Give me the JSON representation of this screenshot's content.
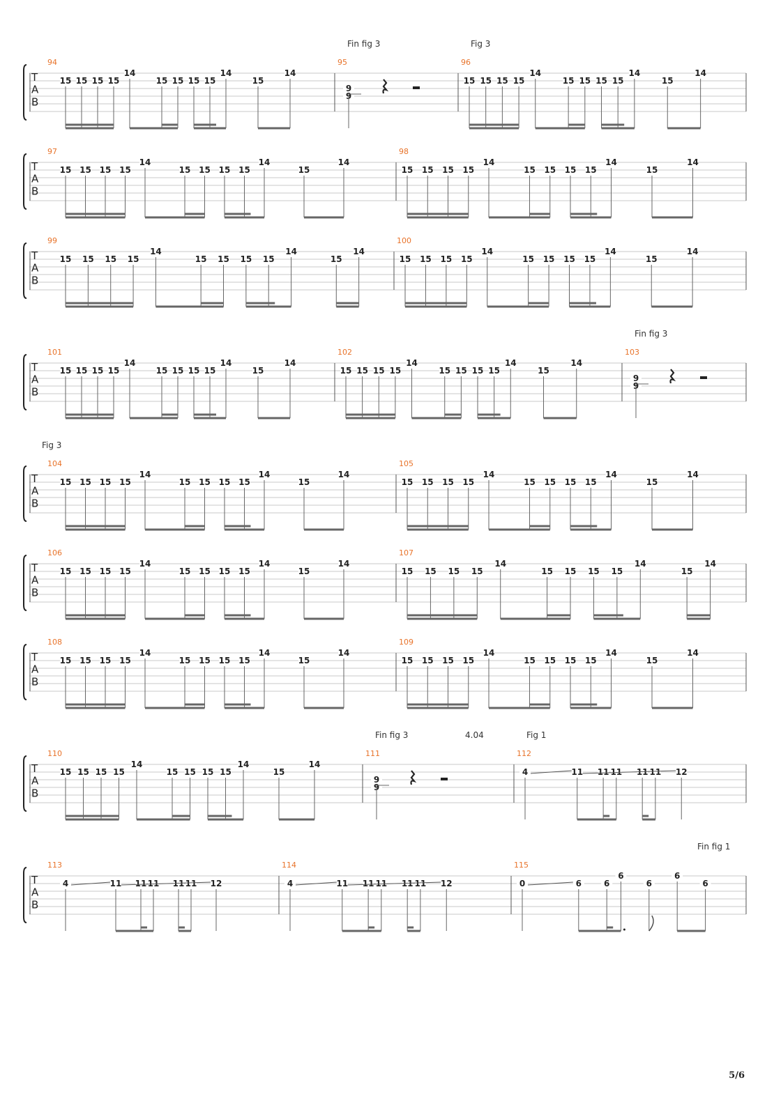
{
  "document": {
    "type": "guitar-tablature",
    "page_number": "5/6"
  },
  "tab_clef": {
    "t": "T",
    "a": "A",
    "b": "B"
  },
  "riffs": {
    "A": {
      "notes": [
        {
          "frets": [
            [
              1,
              15
            ]
          ],
          "dur": 16
        },
        {
          "frets": [
            [
              1,
              15
            ]
          ],
          "dur": 16
        },
        {
          "frets": [
            [
              1,
              15
            ]
          ],
          "dur": 16
        },
        {
          "frets": [
            [
              1,
              15
            ]
          ],
          "dur": 16
        },
        {
          "frets": [
            [
              0,
              14
            ]
          ],
          "dur": 8
        },
        {
          "frets": [
            [
              1,
              15
            ]
          ],
          "dur": 16
        },
        {
          "frets": [
            [
              1,
              15
            ]
          ],
          "dur": 16
        },
        {
          "frets": [
            [
              1,
              15
            ]
          ],
          "dur": 16
        },
        {
          "frets": [
            [
              1,
              15
            ]
          ],
          "dur": 16
        },
        {
          "frets": [
            [
              0,
              14
            ]
          ],
          "dur": 8
        },
        {
          "frets": [
            [
              1,
              15
            ]
          ],
          "dur": 8
        },
        {
          "frets": [
            [
              0,
              14
            ]
          ],
          "dur": 8
        }
      ],
      "groups": [
        [
          0,
          1,
          2,
          3
        ],
        [
          4,
          5,
          6
        ],
        [
          7,
          8,
          9
        ],
        [
          10,
          11
        ]
      ]
    },
    "B": {
      "notes": [
        {
          "frets": [
            [
              1,
              15
            ]
          ],
          "dur": 16
        },
        {
          "frets": [
            [
              1,
              15
            ]
          ],
          "dur": 16
        },
        {
          "frets": [
            [
              1,
              15
            ]
          ],
          "dur": 16
        },
        {
          "frets": [
            [
              1,
              15
            ]
          ],
          "dur": 16
        },
        {
          "frets": [
            [
              0,
              14
            ]
          ],
          "dur": 8
        },
        {
          "frets": [
            [
              1,
              15
            ]
          ],
          "dur": 16
        },
        {
          "frets": [
            [
              1,
              15
            ]
          ],
          "dur": 16
        },
        {
          "frets": [
            [
              1,
              15
            ]
          ],
          "dur": 16
        },
        {
          "frets": [
            [
              1,
              15
            ]
          ],
          "dur": 16
        },
        {
          "frets": [
            [
              0,
              14
            ]
          ],
          "dur": 8
        },
        {
          "frets": [
            [
              1,
              15
            ]
          ],
          "dur": 16
        },
        {
          "frets": [
            [
              0,
              14
            ]
          ],
          "dur": 16
        }
      ],
      "groups": [
        [
          0,
          1,
          2,
          3
        ],
        [
          4,
          5,
          6
        ],
        [
          7,
          8,
          9
        ],
        [
          10,
          11
        ]
      ]
    },
    "END": {
      "notes": [
        {
          "frets": [
            [
              2,
              9
            ],
            [
              3,
              9
            ]
          ],
          "dur": 4
        }
      ],
      "groups": [],
      "rests": [
        "quarter",
        "half"
      ]
    },
    "C": {
      "notes": [
        {
          "frets": [
            [
              1,
              4
            ]
          ],
          "dur": 4
        },
        {
          "frets": [
            [
              1,
              11
            ]
          ],
          "dur": 8
        },
        {
          "frets": [
            [
              1,
              11
            ]
          ],
          "dur": 16
        },
        {
          "frets": [
            [
              1,
              11
            ]
          ],
          "dur": 8
        },
        {
          "frets": [
            [
              1,
              11
            ]
          ],
          "dur": 16
        },
        {
          "frets": [
            [
              1,
              11
            ]
          ],
          "dur": 8
        },
        {
          "frets": [
            [
              1,
              12
            ]
          ],
          "dur": 4
        }
      ],
      "groups": [
        [
          1,
          2,
          3
        ],
        [
          4,
          5
        ]
      ],
      "slides": [
        [
          0,
          1
        ],
        [
          1,
          6
        ]
      ]
    },
    "D": {
      "notes": [
        {
          "frets": [
            [
              1,
              0
            ]
          ],
          "dur": 4
        },
        {
          "frets": [
            [
              1,
              6
            ]
          ],
          "dur": 8
        },
        {
          "frets": [
            [
              1,
              6
            ]
          ],
          "dur": 16
        },
        {
          "frets": [
            [
              0,
              6
            ]
          ],
          "dur": 8,
          "dotted": true
        },
        {
          "frets": [
            [
              1,
              6
            ]
          ],
          "dur": 8,
          "flag": true
        },
        {
          "frets": [
            [
              0,
              6
            ]
          ],
          "dur": 8
        },
        {
          "frets": [
            [
              1,
              6
            ]
          ],
          "dur": 8
        }
      ],
      "groups": [
        [
          1,
          2,
          3
        ],
        [
          5,
          6
        ]
      ],
      "slides": [
        [
          0,
          1
        ]
      ]
    }
  },
  "systems": [
    {
      "annotations": [
        {
          "text": "Fin fig 3",
          "measure": 1,
          "where": "start"
        },
        {
          "text": "Fig 3",
          "measure": 2,
          "where": "start"
        }
      ],
      "measures": [
        {
          "number": "94",
          "riff": "A"
        },
        {
          "number": "95",
          "riff": "END"
        },
        {
          "number": "96",
          "riff": "A"
        }
      ]
    },
    {
      "annotations": [],
      "measures": [
        {
          "number": "97",
          "riff": "A"
        },
        {
          "number": "98",
          "riff": "A"
        }
      ]
    },
    {
      "annotations": [],
      "measures": [
        {
          "number": "99",
          "riff": "B"
        },
        {
          "number": "100",
          "riff": "A"
        }
      ]
    },
    {
      "annotations": [
        {
          "text": "Fin fig 3",
          "measure": 2,
          "where": "start"
        }
      ],
      "measures": [
        {
          "number": "101",
          "riff": "A"
        },
        {
          "number": "102",
          "riff": "A"
        },
        {
          "number": "103",
          "riff": "END"
        }
      ]
    },
    {
      "annotations": [
        {
          "text": "Fig 3",
          "measure": 0,
          "where": "start"
        }
      ],
      "measures": [
        {
          "number": "104",
          "riff": "A"
        },
        {
          "number": "105",
          "riff": "A"
        }
      ]
    },
    {
      "annotations": [],
      "measures": [
        {
          "number": "106",
          "riff": "A"
        },
        {
          "number": "107",
          "riff": "B"
        }
      ]
    },
    {
      "annotations": [],
      "measures": [
        {
          "number": "108",
          "riff": "A"
        },
        {
          "number": "109",
          "riff": "A"
        }
      ]
    },
    {
      "annotations": [
        {
          "text": "Fin fig 3",
          "measure": 1,
          "where": "start"
        },
        {
          "text": "4.04",
          "measure": 1,
          "where": "end"
        },
        {
          "text": "Fig 1",
          "measure": 2,
          "where": "start"
        }
      ],
      "measures": [
        {
          "number": "110",
          "riff": "A"
        },
        {
          "number": "111",
          "riff": "END"
        },
        {
          "number": "112",
          "riff": "C"
        }
      ]
    },
    {
      "annotations": [
        {
          "text": "Fin fig 1",
          "measure": 2,
          "where": "end"
        }
      ],
      "measures": [
        {
          "number": "113",
          "riff": "C"
        },
        {
          "number": "114",
          "riff": "C"
        },
        {
          "number": "115",
          "riff": "D"
        }
      ]
    }
  ]
}
